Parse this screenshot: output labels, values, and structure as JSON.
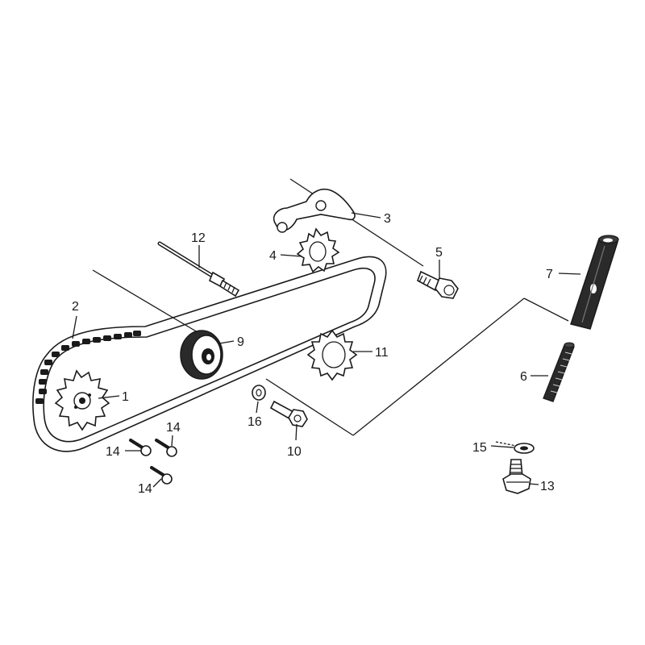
{
  "diagram": {
    "labels": {
      "p1": "1",
      "p2": "2",
      "p3": "3",
      "p4": "4",
      "p5": "5",
      "p6": "6",
      "p7": "7",
      "p9": "9",
      "p10": "10",
      "p11": "11",
      "p12": "12",
      "p13": "13",
      "p14a": "14",
      "p14b": "14",
      "p14c": "14",
      "p15": "15",
      "p16": "16"
    }
  }
}
